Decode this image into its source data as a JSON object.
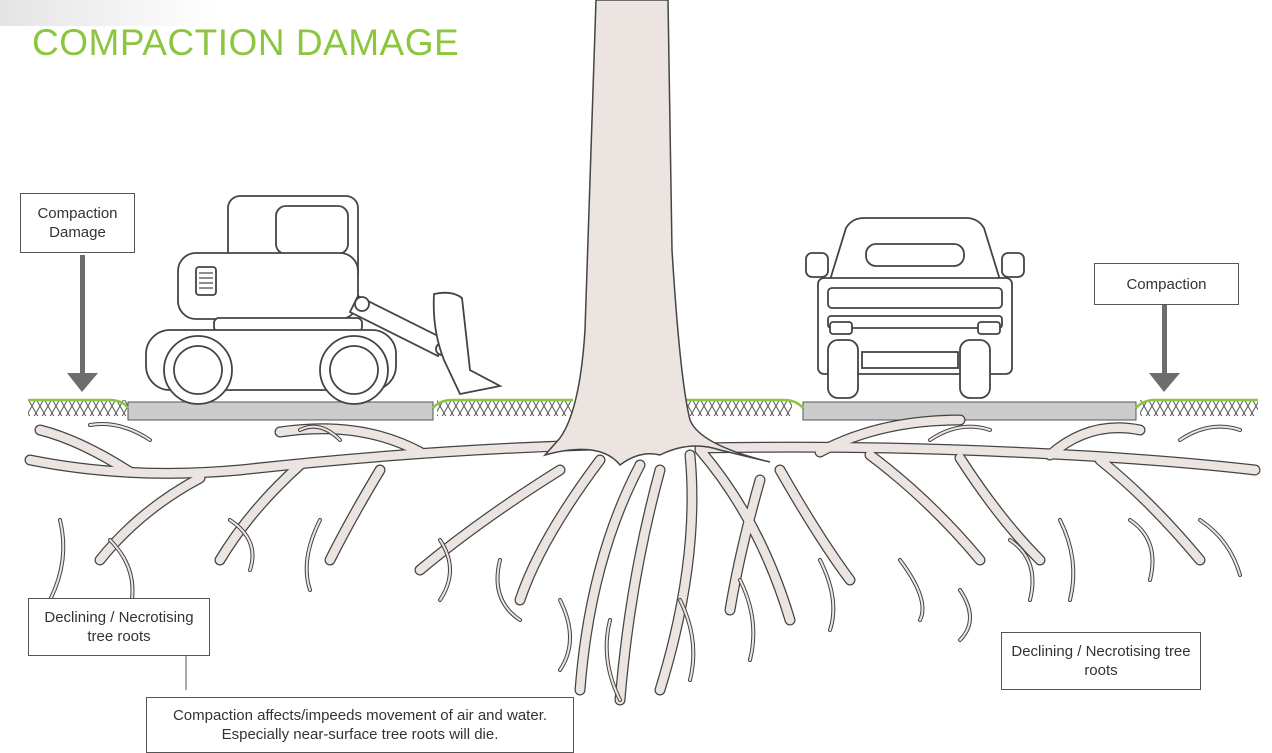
{
  "title": "COMPACTION DAMAGE",
  "labels": {
    "compaction_damage": "Compaction Damage",
    "compaction": "Compaction",
    "roots_left": "Declining / Necrotising tree roots",
    "roots_right": "Declining / Necrotising tree roots",
    "note": "Compaction affects/impeeds movement of air and water. Especially near-surface tree roots will die."
  },
  "colors": {
    "title": "#8cc63f",
    "grass": "#8cc63f",
    "trunk_fill": "#ece4e0",
    "outline": "#444444",
    "slab": "#cccccc",
    "arrow": "#6d6d6d"
  }
}
